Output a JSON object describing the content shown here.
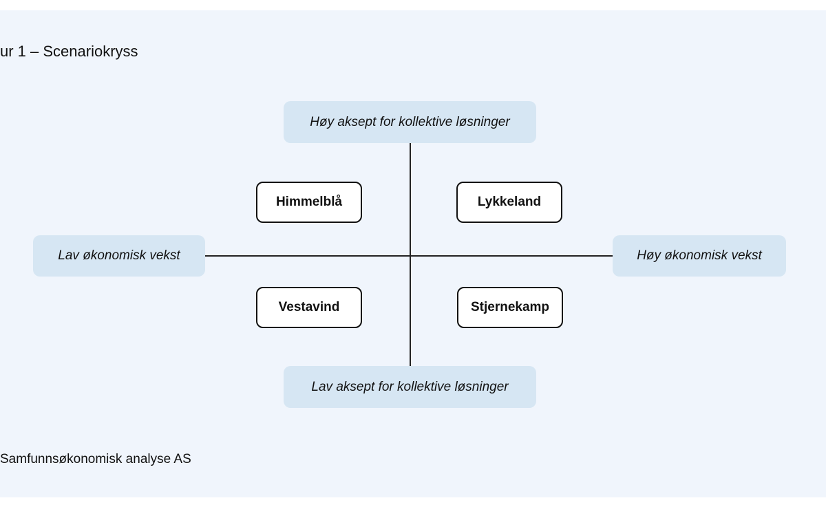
{
  "figure": {
    "title": "ur 1 – Scenariokryss",
    "source": "Samfunnsøkonomisk analyse AS"
  },
  "axes": {
    "top": "Høy aksept for kollektive løsninger",
    "bottom": "Lav aksept for kollektive løsninger",
    "left": "Lav økonomisk vekst",
    "right": "Høy økonomisk vekst"
  },
  "scenarios": {
    "top_left": "Himmelblå",
    "top_right": "Lykkeland",
    "bottom_left": "Vestavind",
    "bottom_right": "Stjernekamp"
  }
}
